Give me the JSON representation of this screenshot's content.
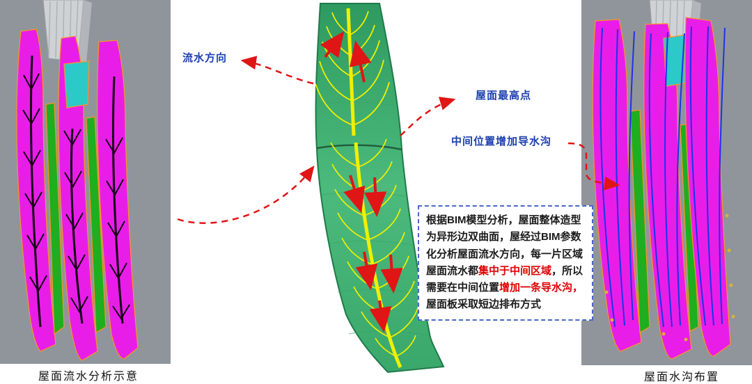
{
  "panels": {
    "left_caption": "屋面流水分析示意",
    "right_caption": "屋面水沟布置"
  },
  "annotations": {
    "flow_direction": "流水方向",
    "roof_highest_point": "屋面最高点",
    "mid_gutter": "中间位置增加导水沟"
  },
  "textbox": {
    "segments": [
      {
        "text": "根据BIM模型分析，屋面整体造型为异形边双曲面，屋经过BIM参数化分析屋面流水方向，每一片区域屋面流水都",
        "color": "#1a1a1a"
      },
      {
        "text": "集中于中间区域",
        "color": "#e00000"
      },
      {
        "text": "，所以需要在中间位置",
        "color": "#1a1a1a"
      },
      {
        "text": "增加一条导水沟，",
        "color": "#e00000"
      },
      {
        "text": "屋面板采取短边排布方式",
        "color": "#1a1a1a"
      }
    ]
  },
  "colors": {
    "label_blue": "#1b3fae",
    "arrow_red": "#e01515",
    "highlight_red": "#e00000",
    "textbox_border_blue": "#4a66c8",
    "panel_gray": "#90959b",
    "model_magenta": "#e81ee8",
    "model_green": "#1fae1f",
    "model_cyan": "#2cc9c9",
    "model_edge_orange": "#ff9226",
    "surface_green": "#3aa86b",
    "streamline_yellow": "#f0f000",
    "gutter_blue": "#1d33e8"
  }
}
